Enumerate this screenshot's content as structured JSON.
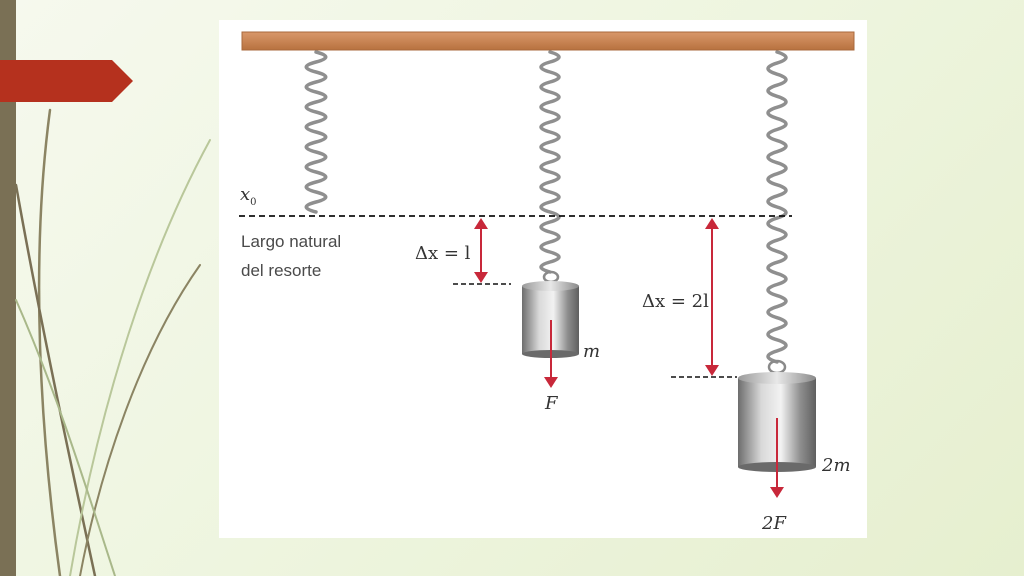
{
  "labels": {
    "x0": "x",
    "x0_sub": "0",
    "natural_length_line1": "Largo natural",
    "natural_length_line2": "del resorte",
    "delta_l": "Δx = l",
    "delta_2l": "Δx = 2l",
    "mass_1": "m",
    "mass_2": "2m",
    "force_1": "F",
    "force_2": "2F"
  },
  "colors": {
    "ceiling": "#c9834f",
    "spring": "#8f8f8f",
    "arrow": "#c8283a",
    "accent_tab": "#b5311e",
    "side_bar": "#7a7055",
    "weight": "#9a9a9a"
  }
}
